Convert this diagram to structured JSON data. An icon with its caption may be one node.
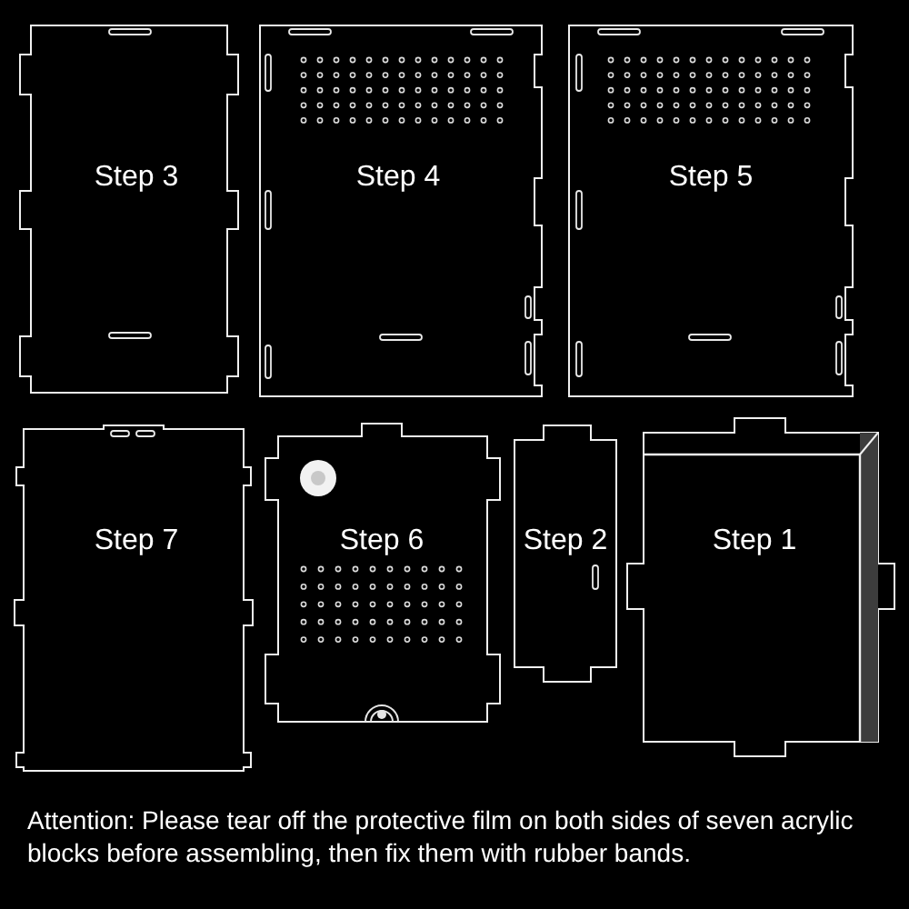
{
  "diagram": {
    "caption": "Attention: Please tear off the protective film on both sides of seven acrylic blocks before assembling, then fix them with rubber bands.",
    "nodes": [
      {
        "text": [
          "Step 3"
        ]
      },
      {
        "text": [
          "Step 4"
        ]
      },
      {
        "text": [
          "Step 5"
        ]
      },
      {
        "text": [
          "Step 7"
        ]
      },
      {
        "text": [
          "Step 6"
        ]
      },
      {
        "text": [
          "Step 2"
        ]
      },
      {
        "text": [
          "Step 1"
        ]
      }
    ]
  }
}
